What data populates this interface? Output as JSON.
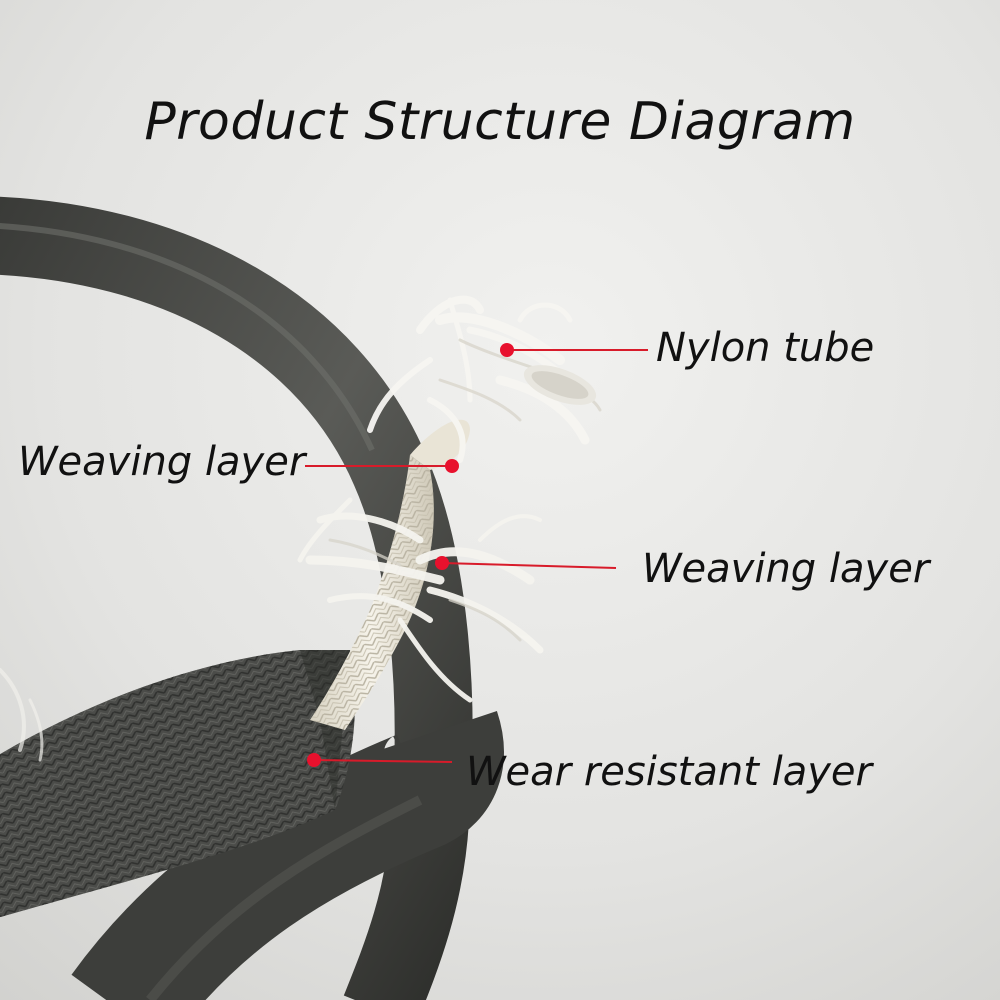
{
  "title": "Product Structure Diagram",
  "labels": {
    "nylon_tube": "Nylon tube",
    "weaving_layer_1": "Weaving layer",
    "weaving_layer_2": "Weaving layer",
    "wear_resistant_layer": "Wear resistant layer"
  },
  "colors": {
    "marker": "#e8112d",
    "leader_line": "#d81b2a",
    "hose_outer": "#4a4b48",
    "braid_inner": "#ece8dc",
    "background": "#e6e6e4"
  }
}
